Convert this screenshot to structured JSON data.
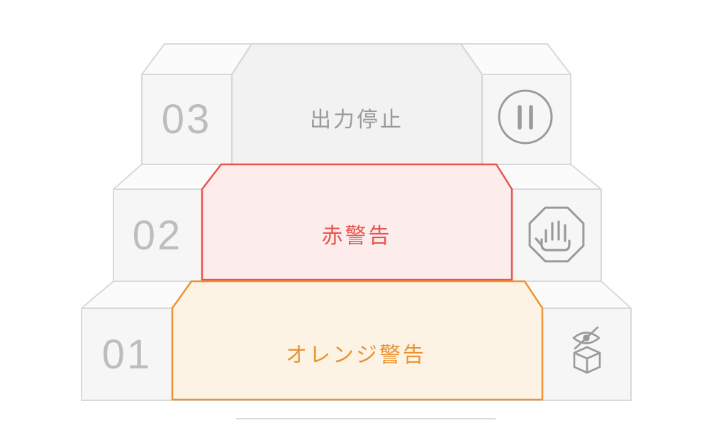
{
  "diagram": {
    "background": "#ffffff",
    "outline_color": "#d9d9d9",
    "number_color": "#bdbdbd",
    "icon_color": "#9a9a9a",
    "levels": [
      {
        "number": "03",
        "label": "出力停止",
        "icon": "pause-icon",
        "label_color": "#9a9a9a",
        "panel_fill": "#f2f2f2",
        "panel_stroke": "#d9d9d9"
      },
      {
        "number": "02",
        "label": "赤警告",
        "icon": "stop-hand-icon",
        "label_color": "#e8564f",
        "panel_fill": "#fdecec",
        "panel_stroke": "#e8564f"
      },
      {
        "number": "01",
        "label": "オレンジ警告",
        "icon": "hidden-box-icon",
        "label_color": "#eb9334",
        "panel_fill": "#fcf3e4",
        "panel_stroke": "#eb9334"
      }
    ]
  }
}
